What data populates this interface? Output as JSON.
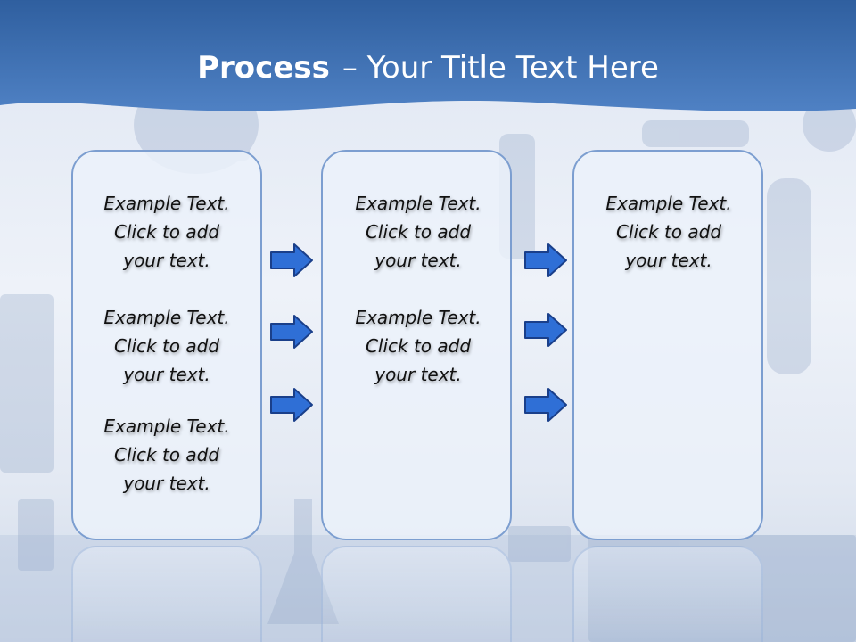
{
  "slide": {
    "title_main": "Process",
    "title_rest": "– Your Title Text Here",
    "columns": [
      {
        "items": [
          "Example Text.\nClick  to add\nyour text.",
          "Example Text.\nClick  to add\nyour text.",
          "Example Text.\nClick  to add\nyour text."
        ]
      },
      {
        "items": [
          "Example Text.\nClick  to add\nyour text.",
          "Example Text.\nClick  to add\nyour text."
        ]
      },
      {
        "items": [
          "Example Text.\nClick  to add\nyour text."
        ]
      }
    ]
  },
  "colors": {
    "header_blue": "#3b6db3",
    "box_border": "#7c9ed0",
    "arrow_fill": "#2f6fd6",
    "arrow_stroke": "#1a3f8a"
  },
  "icons": {
    "arrow": "right-arrow-icon"
  }
}
